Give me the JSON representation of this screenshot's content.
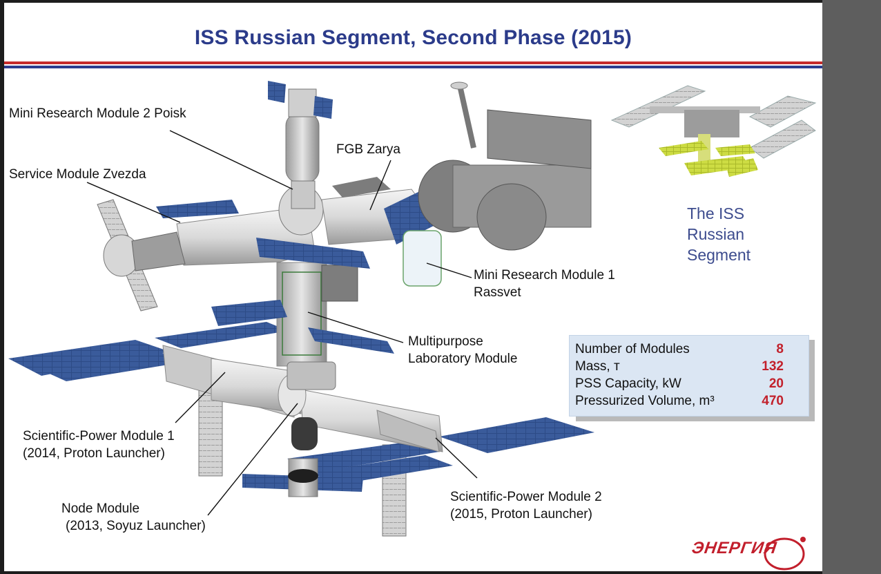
{
  "slide": {
    "title": "ISS Russian Segment, Second Phase (2015)"
  },
  "labels": {
    "mrm2": "Mini Research Module 2 Poisk",
    "fgb": "FGB Zarya",
    "sm": "Service Module Zvezda",
    "mrm1_line1": "Mini Research Module 1",
    "mrm1_line2": "Rassvet",
    "mlm_line1": "Multipurpose",
    "mlm_line2": "Laboratory Module",
    "spm1_line1": "Scientific-Power Module 1",
    "spm1_line2": "(2014, Proton Launcher)",
    "node_line1": "Node Module",
    "node_line2": "(2013, Soyuz Launcher)",
    "spm2_line1": "Scientific-Power Module 2",
    "spm2_line2": "(2015, Proton Launcher)"
  },
  "iss_caption": {
    "line1": "The ISS",
    "line2": "Russian",
    "line3": "Segment"
  },
  "stats": [
    {
      "label": "Number of Modules",
      "value": "8"
    },
    {
      "label": "Mass, т",
      "value": "132"
    },
    {
      "label": "PSS Capacity, kW",
      "value": "20"
    },
    {
      "label": "Pressurized Volume, m³",
      "value": "470"
    }
  ],
  "logo": {
    "text": "ЭНЕРГИЯ"
  },
  "colors": {
    "title": "#2b3b8a",
    "accent_red": "#c62b2b",
    "accent_blue": "#2c3d8f",
    "stat_value": "#c2202b",
    "caption": "#3d4c8e",
    "solar_panel": "#2d4b86",
    "inset_panels": "#c9d73a"
  }
}
